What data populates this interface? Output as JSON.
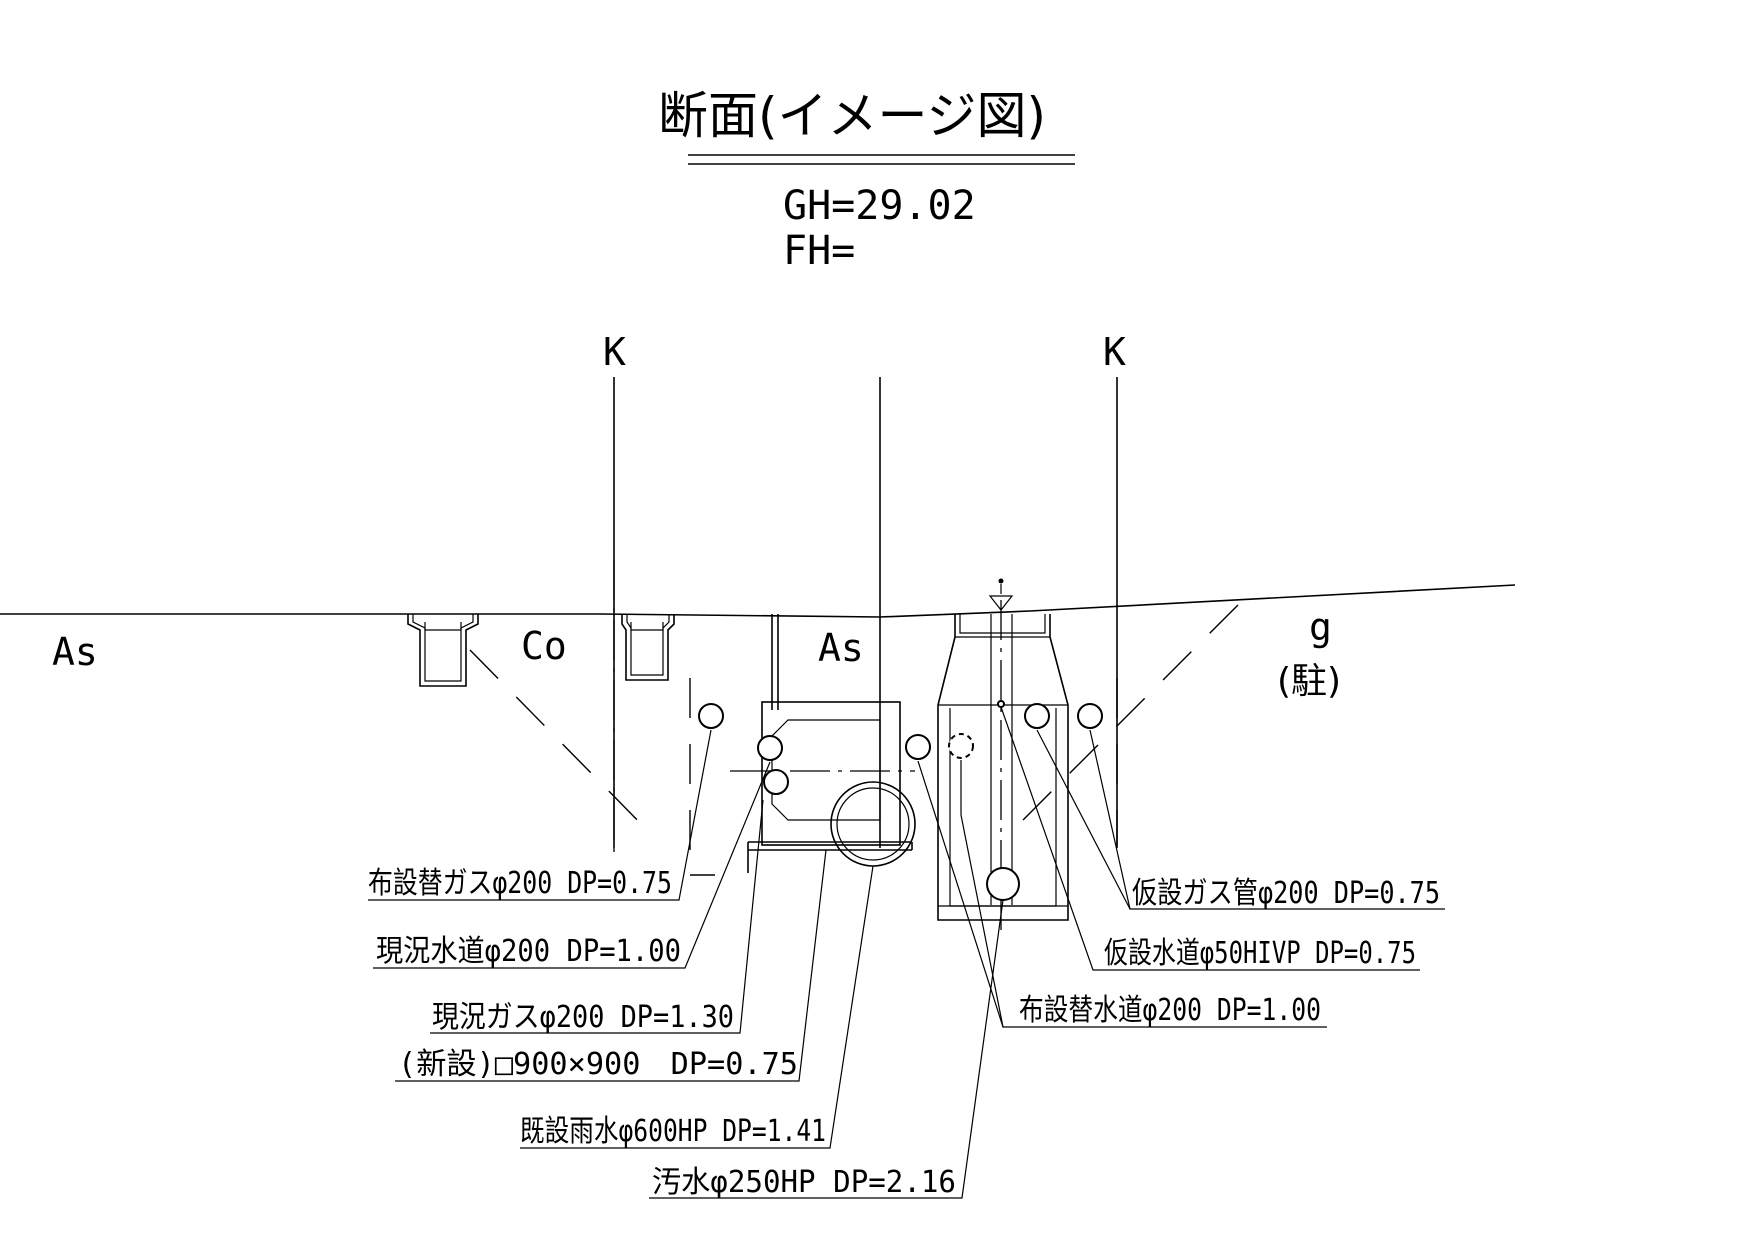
{
  "title": "断面(イメージ図)",
  "gh": "GH=29.02",
  "fh": "FH=",
  "markers": {
    "k_left": "K",
    "k_right": "K"
  },
  "surfaces": {
    "as_left": "As",
    "co": "Co",
    "as_mid": "As",
    "g": "g",
    "chu": "(駐)"
  },
  "labels": {
    "gas_replace": "布設替ガスφ200 DP=0.75",
    "water_existing": "現況水道φ200 DP=1.00",
    "gas_existing": "現況ガスφ200 DP=1.30",
    "box_new": "(新設)□900×900　DP=0.75",
    "rain_existing": "既設雨水φ600HP DP=1.41",
    "sewage": "汚水φ250HP DP=2.16",
    "temp_gas": "仮設ガス管φ200 DP=0.75",
    "temp_water": "仮設水道φ50HIVP DP=0.75",
    "water_replace": "布設替水道φ200 DP=1.00"
  }
}
